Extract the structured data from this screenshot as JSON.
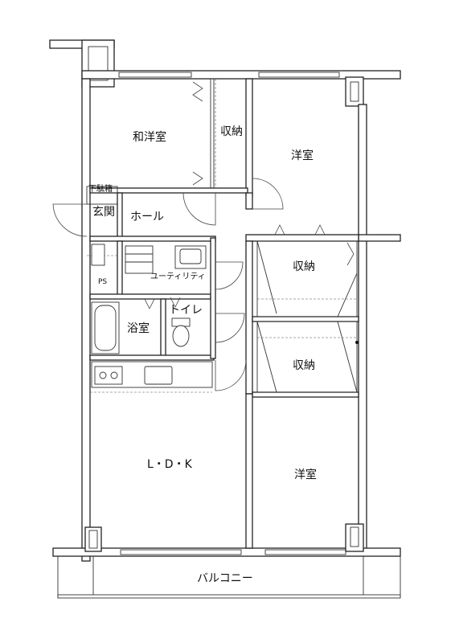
{
  "rooms": {
    "washitsu": "和洋室",
    "shuno_top": "収納",
    "yoshitsu_top": "洋室",
    "getabako": "下駄箱",
    "genkan": "玄関",
    "hall": "ホール",
    "ps": "PS",
    "utility": "ユーティリティ",
    "shuno_mid1": "収納",
    "bathroom": "浴室",
    "toilet": "トイレ",
    "shuno_mid2": "収納",
    "ldk": "L・D・K",
    "yoshitsu_bottom": "洋室",
    "balcony": "バルコニー"
  }
}
